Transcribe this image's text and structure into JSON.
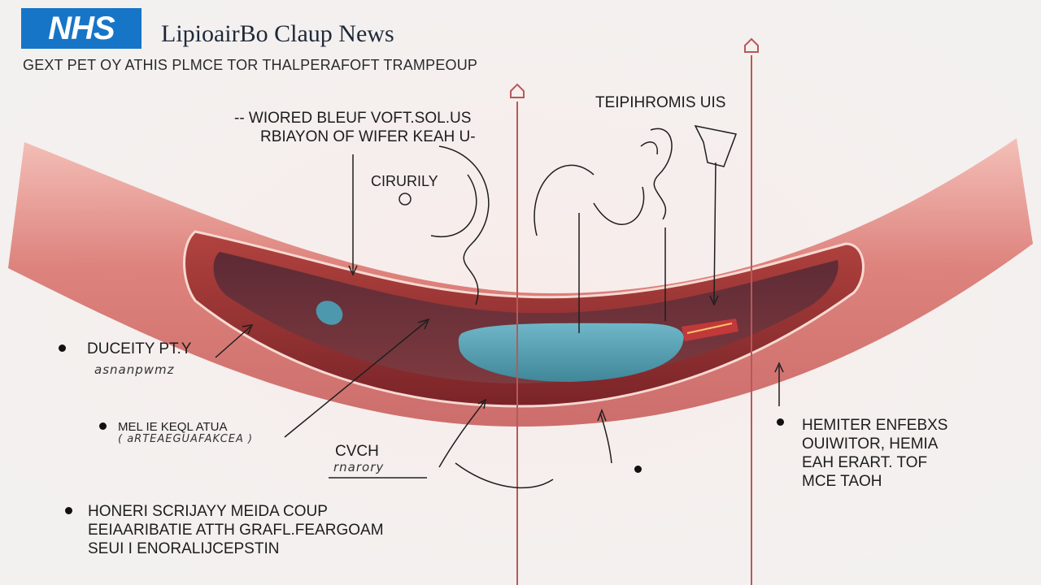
{
  "header": {
    "logo_text": "NHS",
    "site_title": "LipioairBo Claup News",
    "tagline": "GEXT PET OY ATHIS PLMCE TOR THALPERAFOFT TRAMPEOUP"
  },
  "labels": {
    "top_left_line1": "-- WIORED BLEUF VOFT.SOL.US",
    "top_left_line2": "RBIAYON OF WIFER KEAH U-",
    "top_right": "TEIPIHROMIS UIS",
    "circle_label": "CIRURILY",
    "left_1_title": "DUCEITY PT.Y",
    "left_1_scribble": "asnanpwmz",
    "left_2_title": "MEL IE KEQL ATUA",
    "left_2_sub": "( aRTEAEGUAFAKCEA )",
    "center_bottom_title": "CVCH",
    "center_bottom_scribble": "rnarory",
    "bottom_left_line1": "HONERI SCRIJAYY MEIDA COUP",
    "bottom_left_line2": "EEIAARIBATIE ATTH GRAFL.FEARGOAM",
    "bottom_left_line3": "SEUI I ENORALIJCEPSTIN",
    "right_line1": "HEMITER ENFEBXS",
    "right_line2": "OUIWITOR, HEMIA",
    "right_line3": "EAH ERART. TOF",
    "right_line4": "MCE TAOH"
  },
  "colors": {
    "brand": "#1775c8",
    "vessel_outer": "#d56a64",
    "vessel_inner": "#8e2c2c",
    "plaque": "#4b98ad",
    "guide_line": "#b65a58"
  }
}
